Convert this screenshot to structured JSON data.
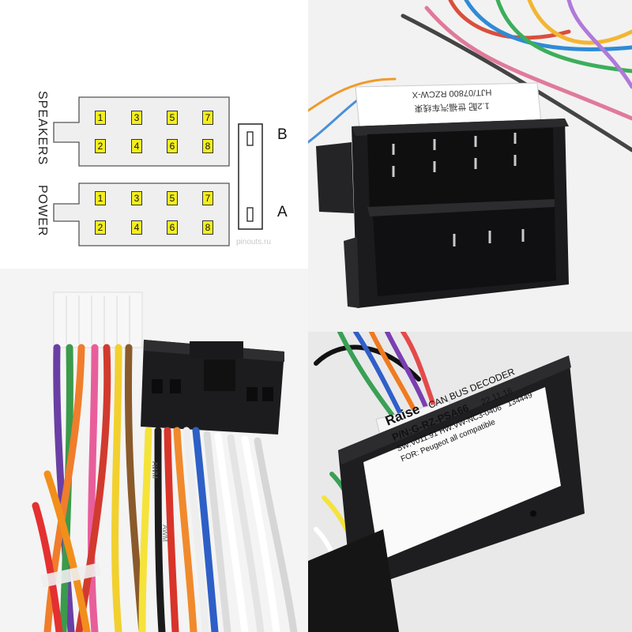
{
  "diagram": {
    "speakers_label": "SPEAKERS",
    "power_label": "POWER",
    "side_b": "B",
    "side_a": "A",
    "watermark": "pinouts.ru",
    "speakers_pins": [
      "1",
      "3",
      "5",
      "7",
      "2",
      "4",
      "6",
      "8"
    ],
    "power_pins": [
      "1",
      "3",
      "5",
      "7",
      "2",
      "4",
      "6",
      "8"
    ],
    "pin_color": "#f4ee1e"
  },
  "plug_photo": {
    "label_line1": "1.2配 世福汽车线束",
    "label_line2": "HJT/07800 RZCW-X"
  },
  "harness_photo": {
    "wire_print_1": "AWM",
    "wire_print_2": "AWM"
  },
  "decoder": {
    "brand": "Raise",
    "product": "CAN BUS DECODER",
    "pn": "P/N:G-RZ-PSA66",
    "date": "22.11.16",
    "sw_hw": "SW:V011.91  HW:VW-NC3-0406",
    "serial": "134449",
    "compat": "FOR: Peugeot all compatible"
  }
}
